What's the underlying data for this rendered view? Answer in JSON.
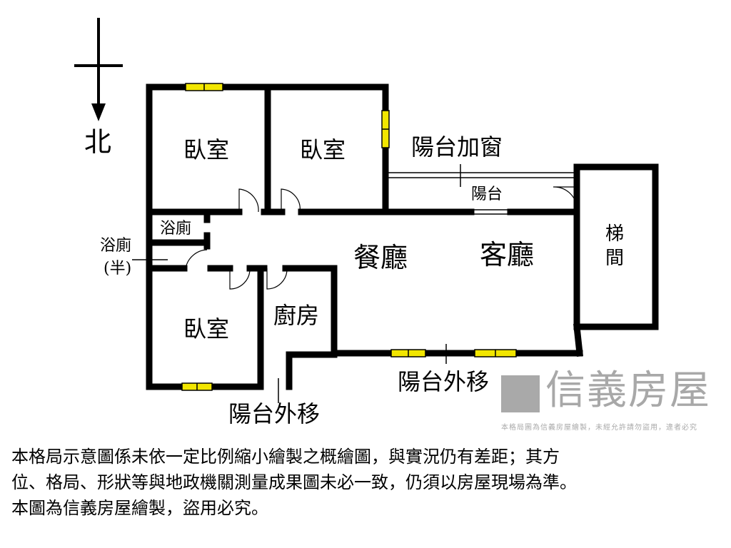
{
  "compass": {
    "north_label": "北"
  },
  "rooms": {
    "bedroom_top_left": "臥室",
    "bedroom_top_right": "臥室",
    "bedroom_bottom": "臥室",
    "bathroom": "浴廁",
    "half_bath": "浴廁\n(半)",
    "half_bath_line1": "浴廁",
    "half_bath_line2": "(半)",
    "dining": "餐廳",
    "living": "客廳",
    "kitchen": "廚房",
    "balcony": "陽台",
    "balcony_window": "陽台加窗",
    "stairs_line1": "梯",
    "stairs_line2": "間",
    "balcony_out_right": "陽台外移",
    "balcony_out_bottom": "陽台外移"
  },
  "watermark": {
    "brand": "信義房屋",
    "notice": "本格局圖為信義房屋繪製，未經允許請勿盜用，違者必究"
  },
  "disclaimer": {
    "line1": "本格局示意圖係未依一定比例縮小繪製之概繪圖，與實況仍有差距；其方",
    "line2": "位、格局、形狀等與地政機關測量成果圖未必一致，仍須以房屋現場為準。",
    "line3": "本圖為信義房屋繪製，盜用必究。"
  },
  "colors": {
    "wall": "#000000",
    "window": "#f2e600",
    "watermark": "#9a9a9a"
  }
}
